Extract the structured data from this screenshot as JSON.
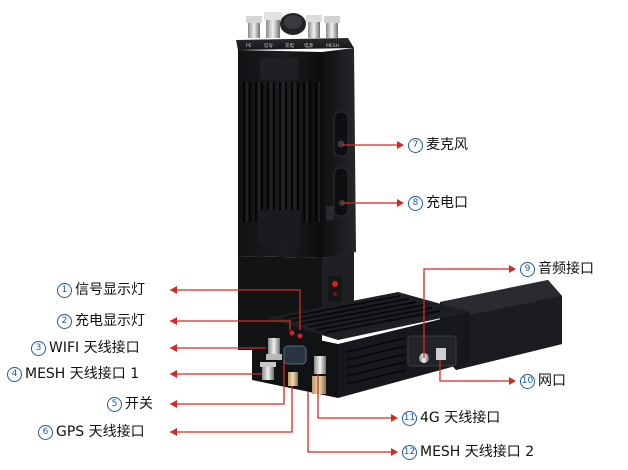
{
  "image_kind": "annotated product photo",
  "device": {
    "body_color": "#17181a",
    "top_label_color": "#c9c9c9",
    "led_color": "#d81e1e",
    "top_labels": [
      "PE",
      "信号",
      "充电",
      "电源",
      "MESH"
    ]
  },
  "callout_line_color": "#d12a20",
  "number_color": "#1e5aa8",
  "callouts": [
    {
      "num": "1",
      "label": "信号显示灯"
    },
    {
      "num": "2",
      "label": "充电显示灯"
    },
    {
      "num": "3",
      "label": "WIFI 天线接口"
    },
    {
      "num": "4",
      "label": "MESH 天线接口 1"
    },
    {
      "num": "5",
      "label": "开关"
    },
    {
      "num": "6",
      "label": "GPS 天线接口"
    },
    {
      "num": "7",
      "label": "麦克风"
    },
    {
      "num": "8",
      "label": "充电口"
    },
    {
      "num": "9",
      "label": "音频接口"
    },
    {
      "num": "10",
      "label": "网口"
    },
    {
      "num": "11",
      "label": "4G 天线接口"
    },
    {
      "num": "12",
      "label": "MESH 天线接口 2"
    }
  ]
}
